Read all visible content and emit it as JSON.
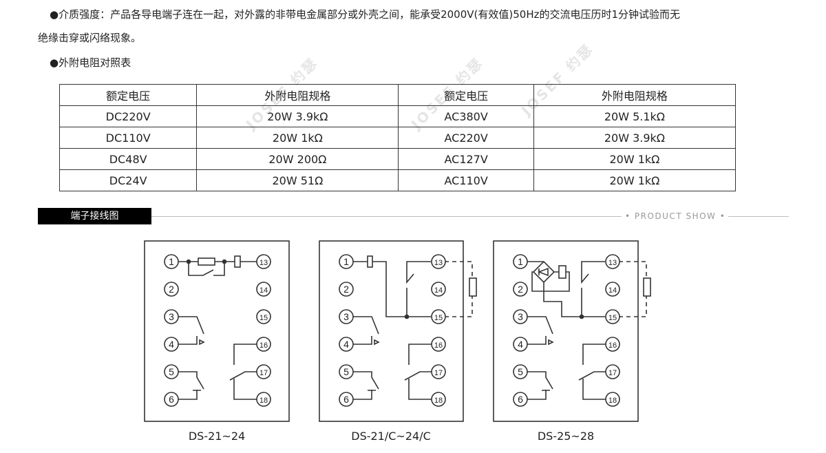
{
  "intro": {
    "line1": "●介质强度：产品各导电端子连在一起，对外露的非带电金属部分或外壳之间，能承受2000V(有效值)50Hz的交流电压历时1分钟试验而无",
    "line2": "绝缘击穿或闪络现象。",
    "table_heading": "●外附电阻对照表"
  },
  "watermark": "JOSEF 约瑟",
  "table": {
    "headers": [
      "额定电压",
      "外附电阻规格",
      "额定电压",
      "外附电阻规格"
    ],
    "rows": [
      [
        "DC220V",
        "20W 3.9kΩ",
        "AC380V",
        "20W 5.1kΩ"
      ],
      [
        "DC110V",
        "20W 1kΩ",
        "AC220V",
        "20W 3.9kΩ"
      ],
      [
        "DC48V",
        "20W 200Ω",
        "AC127V",
        "20W 1kΩ"
      ],
      [
        "DC24V",
        "20W 51Ω",
        "AC110V",
        "20W 1kΩ"
      ]
    ]
  },
  "section": {
    "title": "端子接线图",
    "tag": "• PRODUCT SHOW •"
  },
  "diagrams": [
    {
      "caption": "DS-21~24",
      "left": [
        "1",
        "2",
        "3",
        "4",
        "5",
        "6"
      ],
      "right": [
        "13",
        "14",
        "15",
        "16",
        "17",
        "18"
      ]
    },
    {
      "caption": "DS-21/C~24/C",
      "left": [
        "1",
        "2",
        "3",
        "4",
        "5",
        "6"
      ],
      "right": [
        "13",
        "14",
        "15",
        "16",
        "17",
        "18"
      ]
    },
    {
      "caption": "DS-25~28",
      "left": [
        "1",
        "2",
        "3",
        "4",
        "5",
        "6"
      ],
      "right": [
        "13",
        "14",
        "15",
        "16",
        "17",
        "18"
      ]
    }
  ]
}
